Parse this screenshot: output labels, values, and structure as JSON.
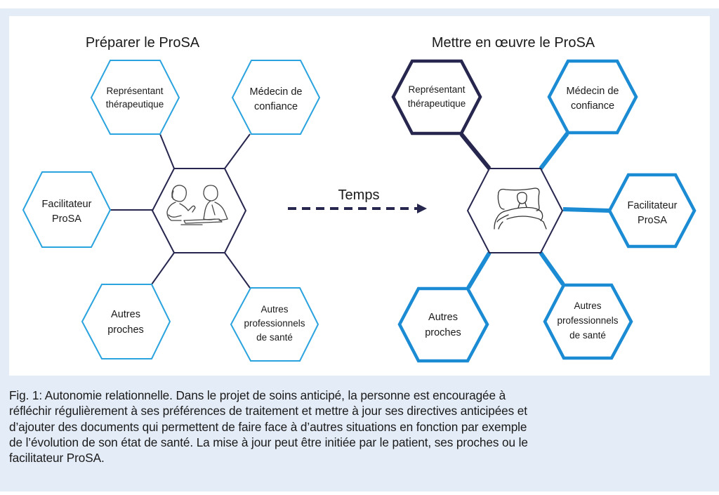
{
  "colors": {
    "navy": "#26264f",
    "blue_thin": "#2aa3df",
    "blue_thick": "#1b8bd3",
    "background": "#e4ecf7"
  },
  "left": {
    "title": "Préparer le ProSA",
    "center_icon": "two-people-consultation-icon",
    "hexes": [
      {
        "id": "representant",
        "lines": [
          "Représentant",
          "thérapeutique"
        ]
      },
      {
        "id": "medecin",
        "lines": [
          "Médecin de",
          "confiance"
        ]
      },
      {
        "id": "facilitateur",
        "lines": [
          "Facilitateur",
          "ProSA"
        ]
      },
      {
        "id": "proches",
        "lines": [
          "Autres",
          "proches"
        ]
      },
      {
        "id": "professionnels",
        "lines": [
          "Autres",
          "professionnels",
          "de santé"
        ]
      }
    ]
  },
  "arrow": {
    "label": "Temps",
    "icon": "dashed-arrow-right-icon"
  },
  "right": {
    "title": "Mettre en œuvre le ProSA",
    "center_icon": "patient-in-bed-icon",
    "hexes": [
      {
        "id": "representant",
        "lines": [
          "Représentant",
          "thérapeutique"
        ]
      },
      {
        "id": "medecin",
        "lines": [
          "Médecin de",
          "confiance"
        ]
      },
      {
        "id": "facilitateur",
        "lines": [
          "Facilitateur",
          "ProSA"
        ]
      },
      {
        "id": "proches",
        "lines": [
          "Autres",
          "proches"
        ]
      },
      {
        "id": "professionnels",
        "lines": [
          "Autres",
          "professionnels",
          "de santé"
        ]
      }
    ]
  },
  "caption": {
    "lines": [
      "Fig. 1: Autonomie relationnelle. Dans le projet de soins anticipé, la personne est encouragée à",
      "réfléchir régulièrement à ses préférences de traitement et mettre à jour ses directives anticipées et",
      "d’ajouter des documents qui permettent de faire face à d’autres situations en fonction par exemple",
      "de l’évolution de son état de santé. La mise à jour peut être initiée par le patient, ses proches ou le",
      "facilitateur ProSA."
    ]
  }
}
